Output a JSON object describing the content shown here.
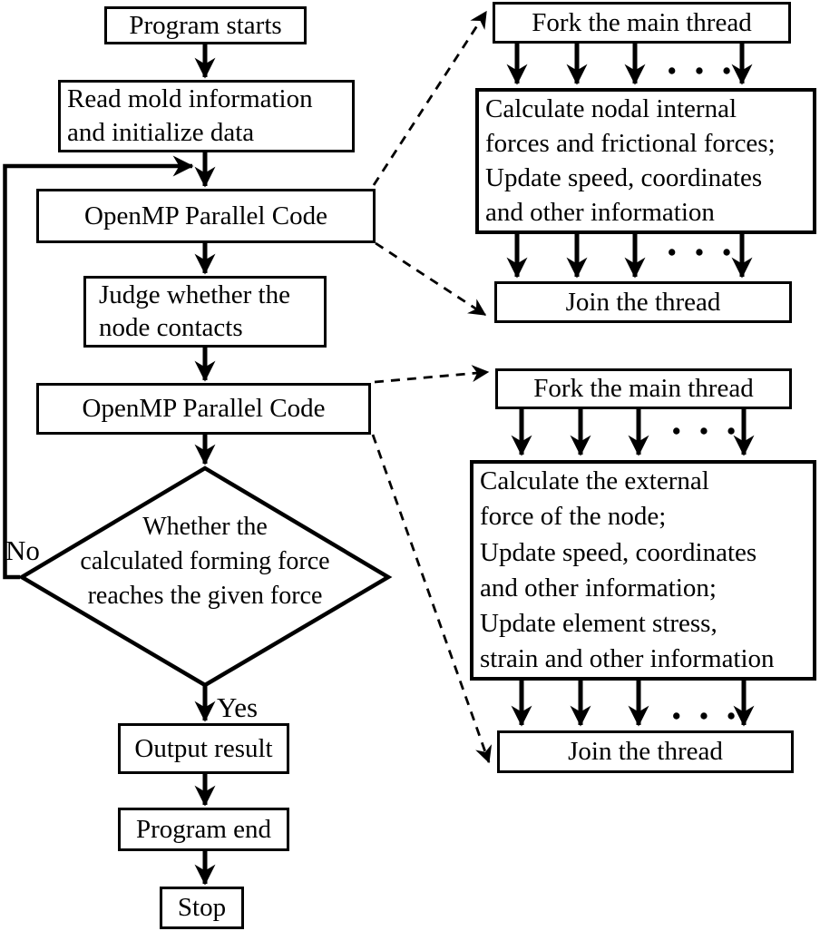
{
  "diagram": {
    "colors": {
      "background": "#ffffff",
      "line": "#000000",
      "box_fill": "#ffffff"
    },
    "nodes": {
      "program_starts": "Program starts",
      "read_mold": [
        "Read mold information",
        "and initialize data"
      ],
      "openmp_1": "OpenMP Parallel Code",
      "judge": [
        "Judge whether the",
        "node contacts"
      ],
      "openmp_2": "OpenMP Parallel Code",
      "decision": [
        "Whether the",
        "calculated forming force",
        "reaches the given force"
      ],
      "output_result": "Output result",
      "program_end": "Program end",
      "stop": "Stop",
      "fork_1": "Fork the main thread",
      "calc_1": [
        "Calculate nodal internal",
        "forces and frictional forces;",
        "Update speed, coordinates",
        "and other information"
      ],
      "join_1": "Join the thread",
      "fork_2": "Fork the main thread",
      "calc_2": [
        "Calculate the external",
        "force of the node;",
        "Update speed, coordinates",
        "and other information;",
        "Update element stress,",
        "strain and other information"
      ],
      "join_2": "Join the thread"
    },
    "labels": {
      "no": "No",
      "yes": "Yes"
    },
    "ellipsis": "• • •"
  }
}
